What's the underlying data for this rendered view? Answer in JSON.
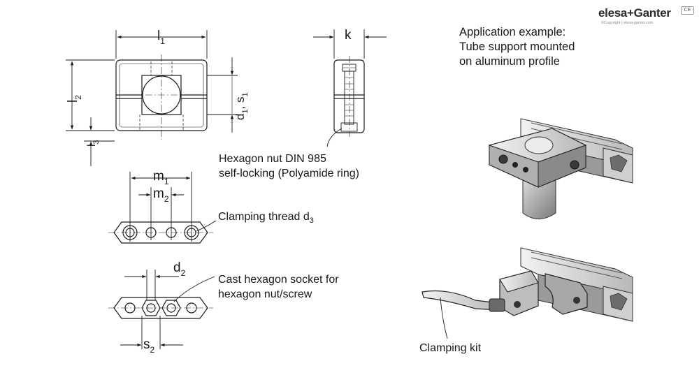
{
  "brand": {
    "name": "elesa+Ganter",
    "copyright": "©Copyright | elesa-ganter.com",
    "badge": "CE"
  },
  "application": {
    "lines": [
      "Application example:",
      "Tube support mounted",
      "on aluminum profile"
    ]
  },
  "notes": {
    "hexagon_nut_line1": "Hexagon nut  DIN 985",
    "hexagon_nut_line2": "self-locking (Polyamide ring)",
    "clamping_thread_prefix": "Clamping thread d",
    "clamping_thread_sub": "3",
    "cast_socket_line1": "Cast hexagon socket for",
    "cast_socket_line2": "hexagon nut/screw",
    "clamping_kit": "Clamping kit"
  },
  "dimensions": {
    "l1": {
      "base": "l",
      "sub": "1"
    },
    "l2": {
      "base": "l",
      "sub": "2"
    },
    "l3": {
      "base": "l",
      "sub": "3"
    },
    "d1s1": {
      "base1": "d",
      "sub1": "1",
      "sep": ", ",
      "base2": "s",
      "sub2": "1"
    },
    "k": "k",
    "m1": {
      "base": "m",
      "sub": "1"
    },
    "m2": {
      "base": "m",
      "sub": "2"
    },
    "d2": {
      "base": "d",
      "sub": "2"
    },
    "s2": {
      "base": "s",
      "sub": "2"
    }
  }
}
